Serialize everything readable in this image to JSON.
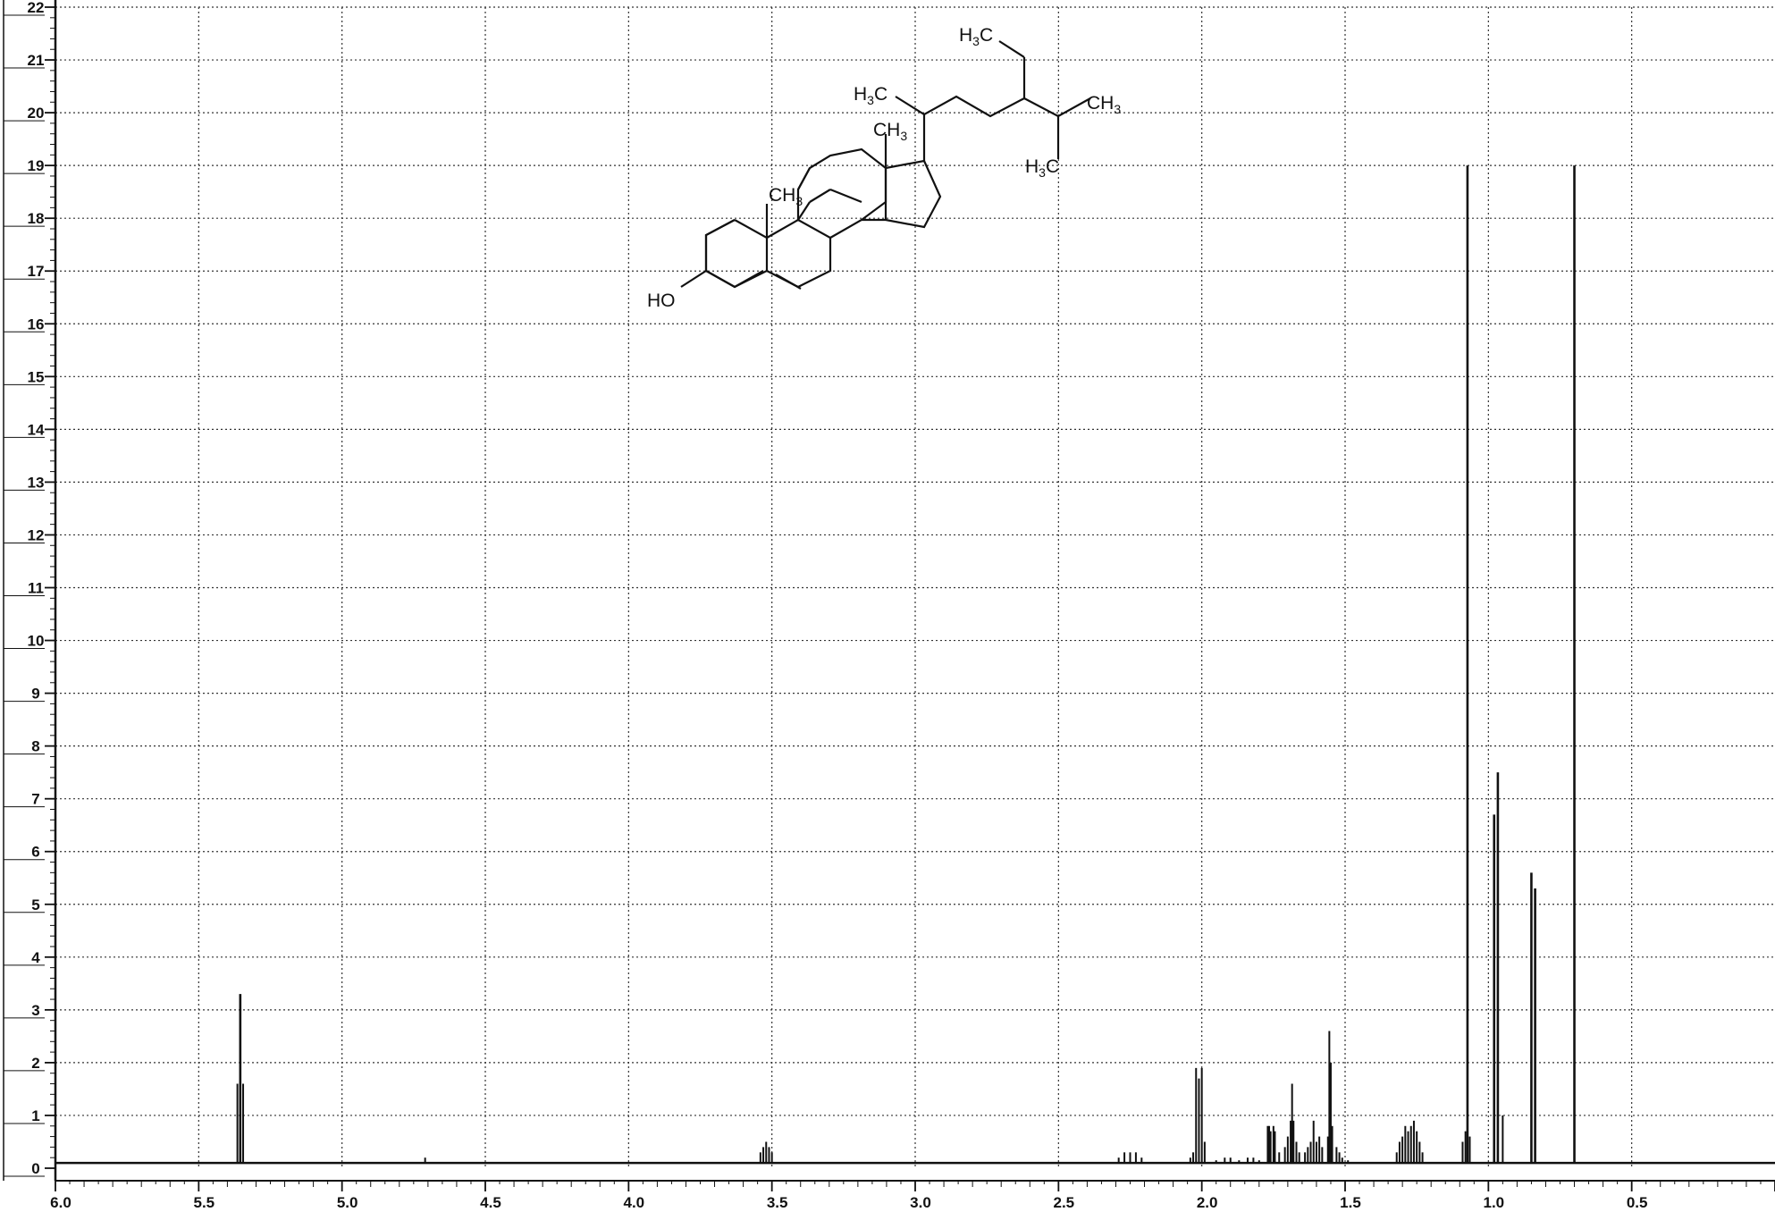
{
  "chart_data": {
    "type": "line",
    "title": "",
    "xlabel": "",
    "ylabel": "",
    "xlim": [
      6.0,
      0.0
    ],
    "ylim": [
      0,
      22
    ],
    "x_reversed": true,
    "grid": true,
    "grid_style": "dotted",
    "x_major_ticks": [
      6.0,
      5.5,
      5.0,
      4.5,
      4.0,
      3.5,
      3.0,
      2.5,
      2.0,
      1.5,
      1.0,
      0.5
    ],
    "x_tick_labels": [
      "6.0",
      "5.5",
      "5.0",
      "4.5",
      "4.0",
      "3.5",
      "3.0",
      "2.5",
      "2.0",
      "1.5",
      "1.0",
      "0.5"
    ],
    "y_ticks": [
      0,
      1,
      2,
      3,
      4,
      5,
      6,
      7,
      8,
      9,
      10,
      11,
      12,
      13,
      14,
      15,
      16,
      17,
      18,
      19,
      20,
      21,
      22
    ],
    "y_tick_labels": [
      "0",
      "1",
      "2",
      "3",
      "4",
      "5",
      "6",
      "7",
      "8",
      "9",
      "10",
      "11",
      "12",
      "13",
      "14",
      "15",
      "16",
      "17",
      "18",
      "19",
      "20",
      "21",
      "22"
    ],
    "baseline": 0.1,
    "line_color": "#111111",
    "grid_color": "#333333",
    "peaks": [
      {
        "x": 5.365,
        "y": 1.6
      },
      {
        "x": 5.355,
        "y": 3.3
      },
      {
        "x": 5.345,
        "y": 1.6
      },
      {
        "x": 4.71,
        "y": 0.2
      },
      {
        "x": 3.54,
        "y": 0.3
      },
      {
        "x": 3.53,
        "y": 0.4
      },
      {
        "x": 3.52,
        "y": 0.5
      },
      {
        "x": 3.51,
        "y": 0.4
      },
      {
        "x": 3.5,
        "y": 0.3
      },
      {
        "x": 2.29,
        "y": 0.2
      },
      {
        "x": 2.27,
        "y": 0.3
      },
      {
        "x": 2.25,
        "y": 0.3
      },
      {
        "x": 2.23,
        "y": 0.3
      },
      {
        "x": 2.21,
        "y": 0.2
      },
      {
        "x": 2.04,
        "y": 0.2
      },
      {
        "x": 2.03,
        "y": 0.3
      },
      {
        "x": 2.02,
        "y": 1.9
      },
      {
        "x": 2.01,
        "y": 1.7
      },
      {
        "x": 2.0,
        "y": 1.9
      },
      {
        "x": 1.99,
        "y": 0.5
      },
      {
        "x": 1.95,
        "y": 0.15
      },
      {
        "x": 1.92,
        "y": 0.2
      },
      {
        "x": 1.9,
        "y": 0.2
      },
      {
        "x": 1.87,
        "y": 0.15
      },
      {
        "x": 1.84,
        "y": 0.2
      },
      {
        "x": 1.82,
        "y": 0.2
      },
      {
        "x": 1.8,
        "y": 0.15
      },
      {
        "x": 1.77,
        "y": 0.8
      },
      {
        "x": 1.765,
        "y": 0.8
      },
      {
        "x": 1.76,
        "y": 0.7
      },
      {
        "x": 1.75,
        "y": 0.8
      },
      {
        "x": 1.745,
        "y": 0.7
      },
      {
        "x": 1.73,
        "y": 0.3
      },
      {
        "x": 1.71,
        "y": 0.4
      },
      {
        "x": 1.7,
        "y": 0.6
      },
      {
        "x": 1.69,
        "y": 0.9
      },
      {
        "x": 1.685,
        "y": 1.6
      },
      {
        "x": 1.68,
        "y": 0.9
      },
      {
        "x": 1.67,
        "y": 0.5
      },
      {
        "x": 1.66,
        "y": 0.3
      },
      {
        "x": 1.64,
        "y": 0.3
      },
      {
        "x": 1.63,
        "y": 0.4
      },
      {
        "x": 1.62,
        "y": 0.5
      },
      {
        "x": 1.61,
        "y": 0.9
      },
      {
        "x": 1.6,
        "y": 0.5
      },
      {
        "x": 1.59,
        "y": 0.6
      },
      {
        "x": 1.58,
        "y": 0.4
      },
      {
        "x": 1.56,
        "y": 0.6
      },
      {
        "x": 1.555,
        "y": 2.6
      },
      {
        "x": 1.55,
        "y": 2.0
      },
      {
        "x": 1.545,
        "y": 0.8
      },
      {
        "x": 1.53,
        "y": 0.4
      },
      {
        "x": 1.52,
        "y": 0.3
      },
      {
        "x": 1.51,
        "y": 0.2
      },
      {
        "x": 1.49,
        "y": 0.15
      },
      {
        "x": 1.32,
        "y": 0.3
      },
      {
        "x": 1.31,
        "y": 0.5
      },
      {
        "x": 1.3,
        "y": 0.6
      },
      {
        "x": 1.29,
        "y": 0.8
      },
      {
        "x": 1.28,
        "y": 0.7
      },
      {
        "x": 1.27,
        "y": 0.8
      },
      {
        "x": 1.26,
        "y": 0.9
      },
      {
        "x": 1.25,
        "y": 0.7
      },
      {
        "x": 1.24,
        "y": 0.5
      },
      {
        "x": 1.23,
        "y": 0.3
      },
      {
        "x": 1.09,
        "y": 0.5
      },
      {
        "x": 1.08,
        "y": 0.7
      },
      {
        "x": 1.073,
        "y": 19.0
      },
      {
        "x": 1.065,
        "y": 0.6
      },
      {
        "x": 0.98,
        "y": 6.7
      },
      {
        "x": 0.967,
        "y": 7.5
      },
      {
        "x": 0.95,
        "y": 1.0
      },
      {
        "x": 0.85,
        "y": 5.6
      },
      {
        "x": 0.837,
        "y": 5.3
      },
      {
        "x": 0.7,
        "y": 19.0
      }
    ]
  },
  "structure": {
    "labels": {
      "ho": "HO",
      "ch3_ring": "CH",
      "ch3_ring_sub": "3",
      "ch3_top": "CH",
      "ch3_top_sub": "3",
      "h3c_side": "H",
      "h3c_side_sub": "3",
      "h3c_side_c": "C",
      "h3c_ethyl": "H",
      "h3c_ethyl_sub": "3",
      "h3c_ethyl_c": "C",
      "ch3_right": "CH",
      "ch3_right_sub": "3",
      "h3c_bottom": "H",
      "h3c_bottom_sub": "3",
      "h3c_bottom_c": "C"
    }
  }
}
